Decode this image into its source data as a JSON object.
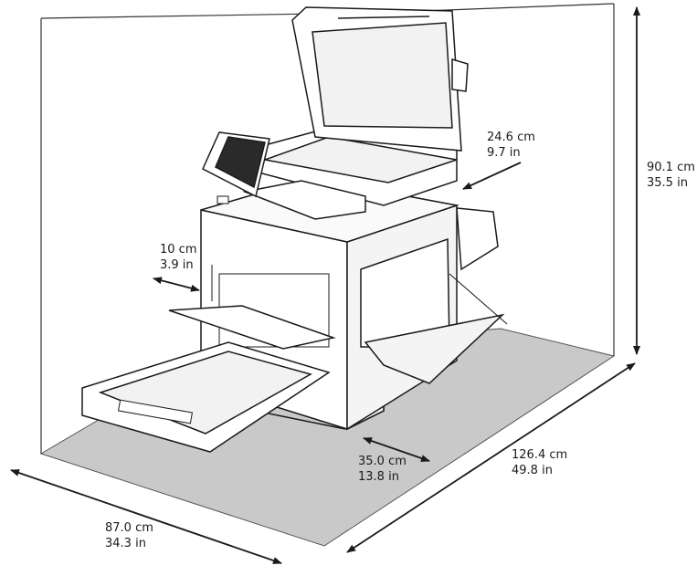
{
  "dimensions": {
    "height": {
      "metric": "90.1 cm",
      "imperial": "35.5 in"
    },
    "rear_clearance": {
      "metric": "24.6 cm",
      "imperial": "9.7 in"
    },
    "left_clearance": {
      "metric": "10 cm",
      "imperial": "3.9 in"
    },
    "front_clearance": {
      "metric": "35.0 cm",
      "imperial": "13.8 in"
    },
    "depth": {
      "metric": "126.4 cm",
      "imperial": "49.8 in"
    },
    "width": {
      "metric": "87.0 cm",
      "imperial": "34.3 in"
    }
  },
  "colors": {
    "floor": "#c9c9c9",
    "line": "#1a1a1a",
    "panel": "#f2f2f2",
    "screen": "#2a2a2a"
  }
}
